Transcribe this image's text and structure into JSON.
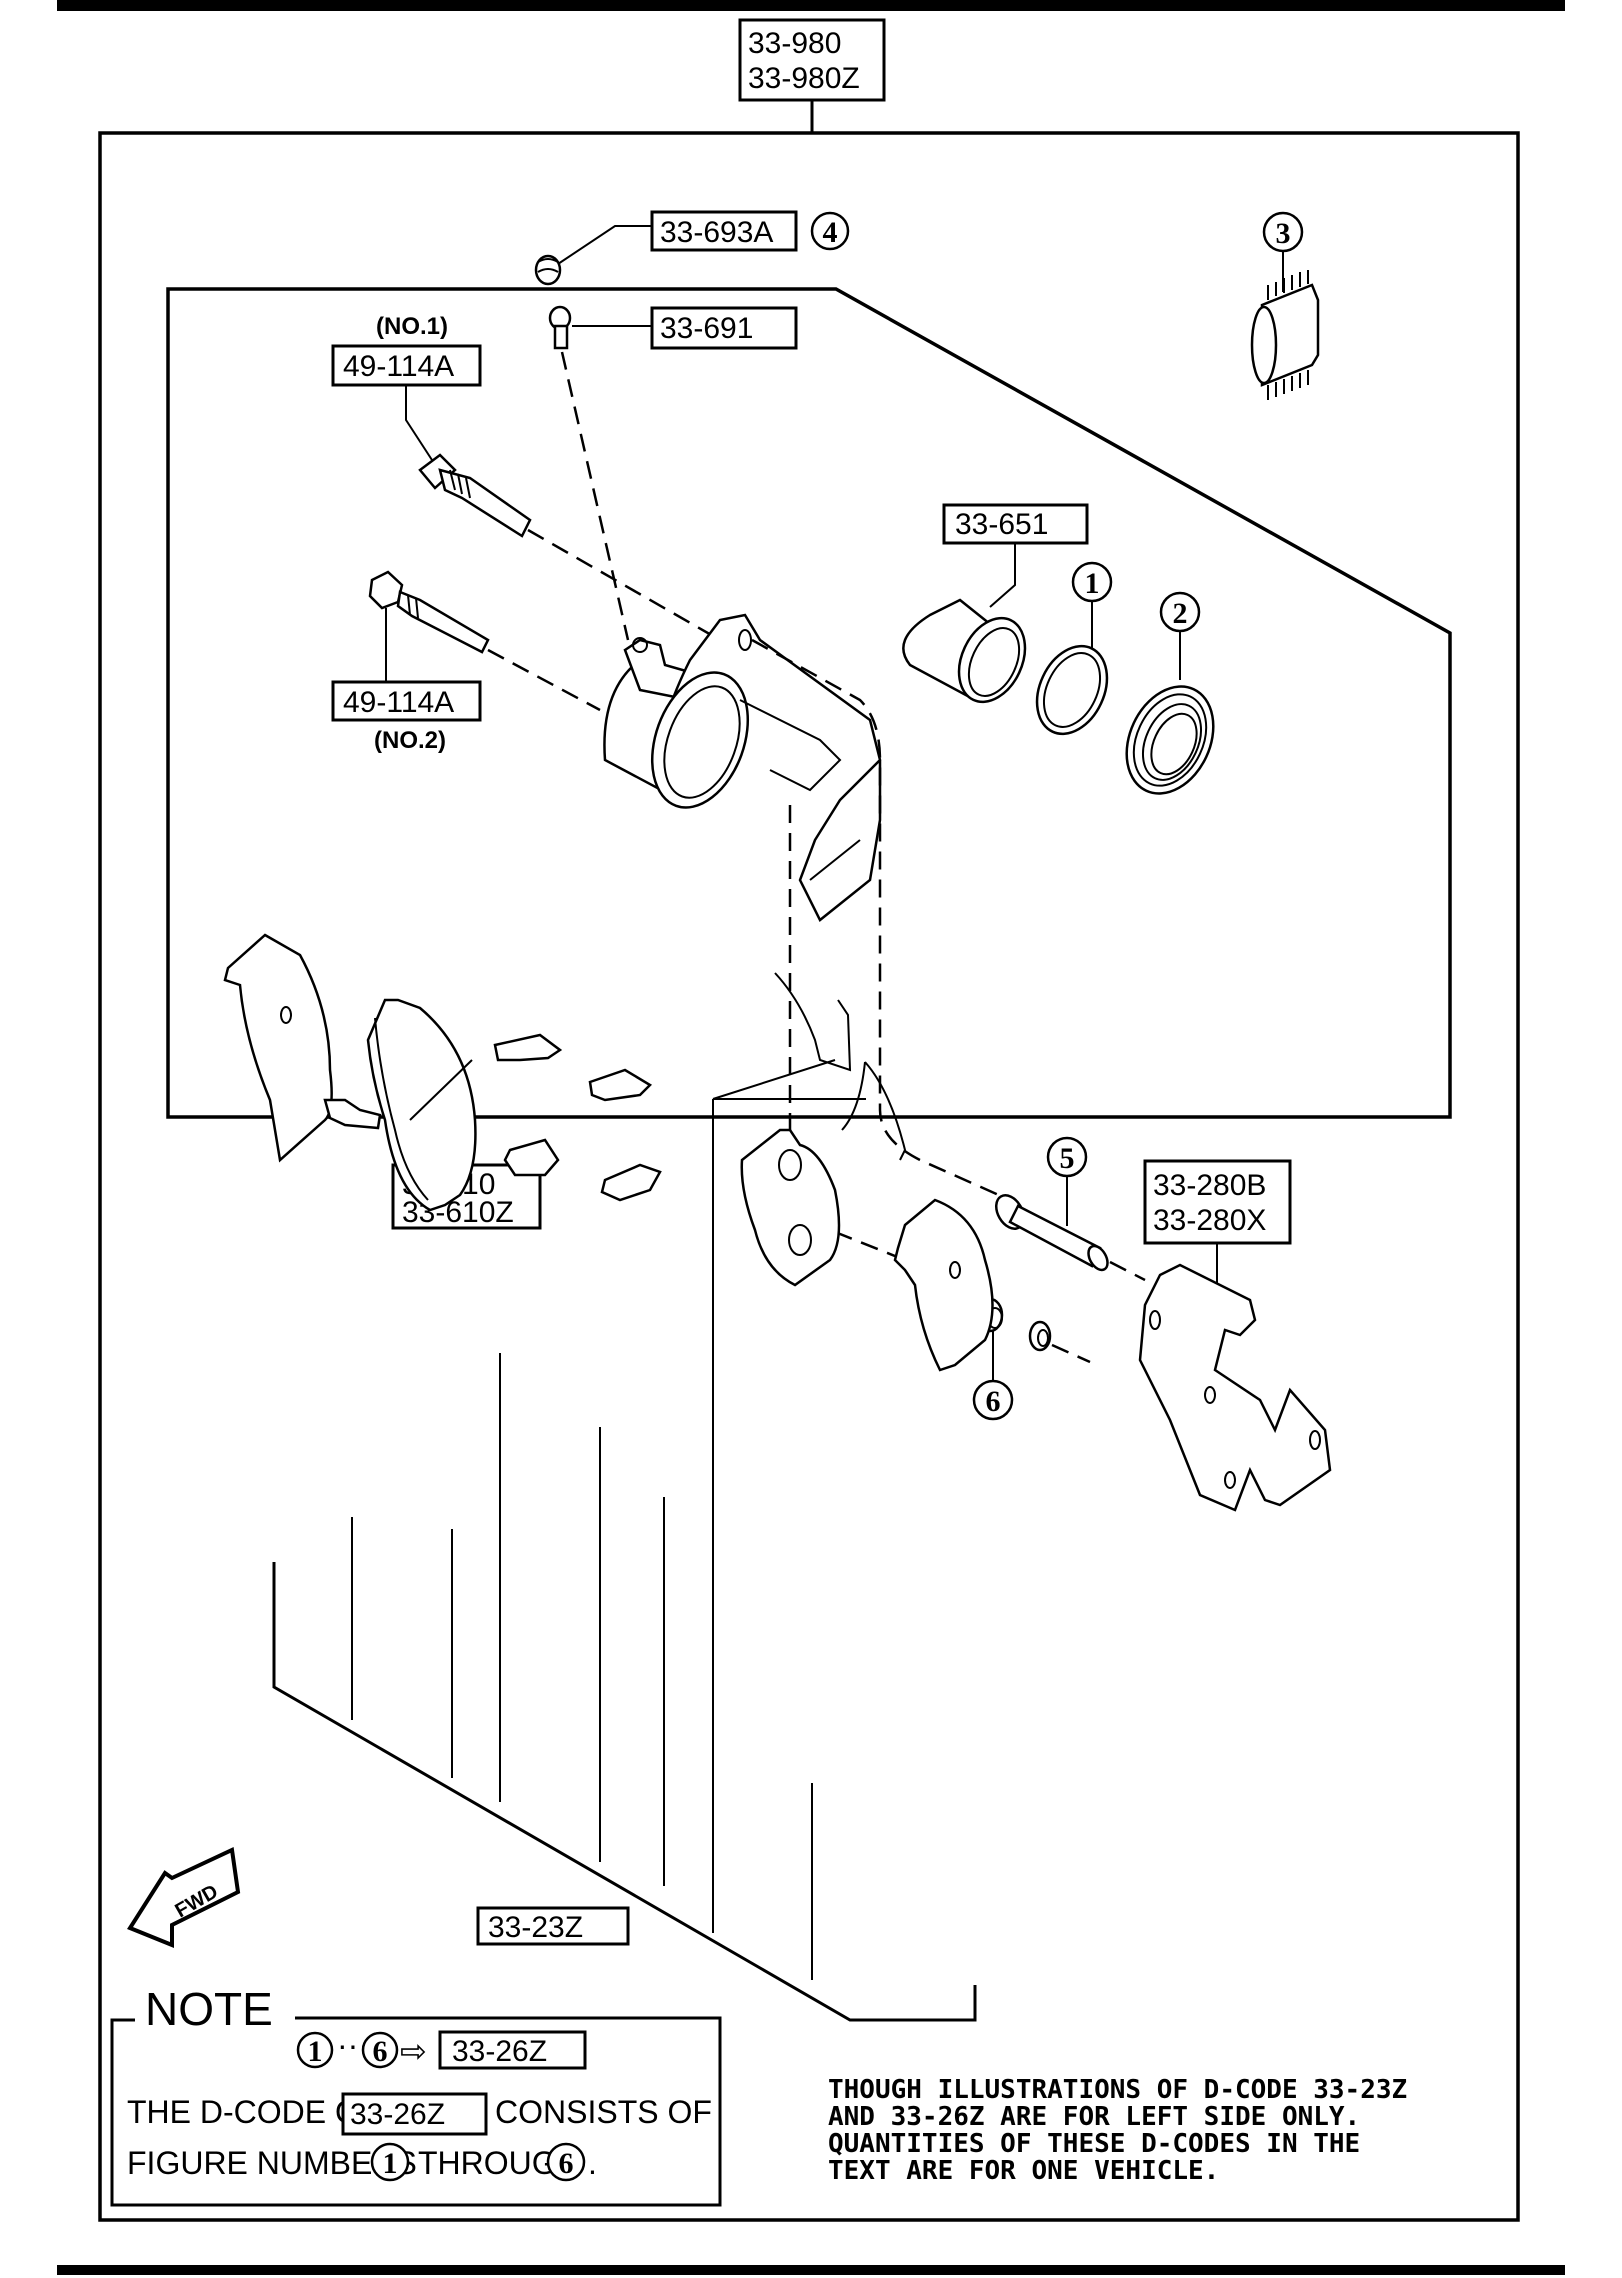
{
  "diagram": {
    "title_codes": [
      "33-980",
      "33-980Z"
    ],
    "labels": {
      "caliper_assembly": [
        "33-610",
        "33-610Z"
      ],
      "bleeder_cap": "33-693A",
      "bleeder_screw": "33-691",
      "guide_pin_1": "49-114A",
      "guide_pin_1_note": "(NO.1)",
      "guide_pin_2": "49-114A",
      "guide_pin_2_note": "(NO.2)",
      "piston": "33-651",
      "mounting_bracket": [
        "33-280B",
        "33-280X"
      ],
      "pad_set": "33-23Z"
    },
    "callouts": {
      "c1": "1",
      "c2": "2",
      "c3": "3",
      "c4": "4",
      "c5": "5",
      "c6": "6"
    },
    "fwd_label": "FWD",
    "note": {
      "title": "NOTE",
      "range_from": "1",
      "range_dots": "···",
      "range_to": "6",
      "arrow": "⇨",
      "kit_code": "33-26Z",
      "line1_prefix": "THE D-CODE OF",
      "line1_code": "33-26Z",
      "line1_suffix": "CONSISTS OF",
      "line2_prefix": "FIGURE NUMBERS",
      "line2_from": "1",
      "line2_mid": "THROUGH",
      "line2_to": "6",
      "line2_end": "."
    },
    "condition_text": [
      "THOUGH ILLUSTRATIONS OF D-CODE 33-23Z",
      "AND 33-26Z ARE FOR LEFT SIDE ONLY.",
      "QUANTITIES OF THESE D-CODES IN THE",
      "TEXT ARE FOR ONE VEHICLE."
    ]
  }
}
